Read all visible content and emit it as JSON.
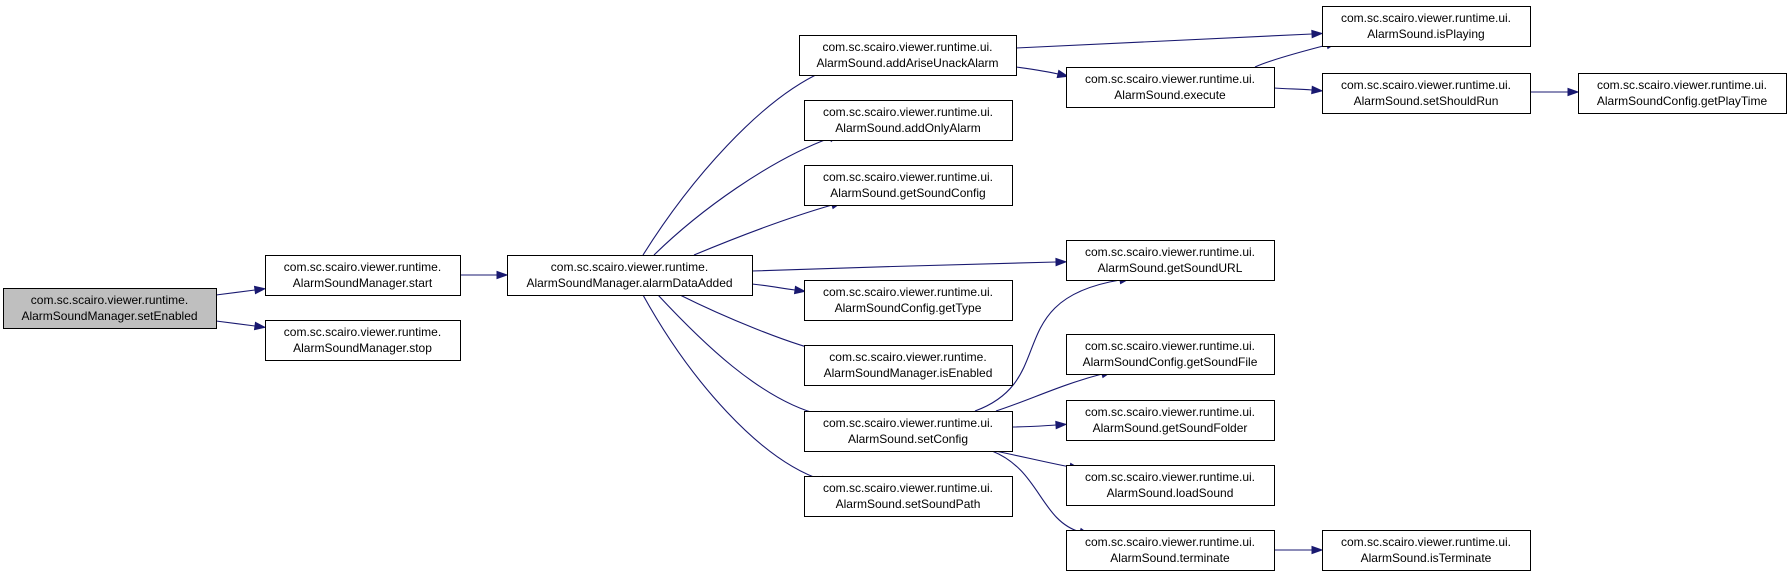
{
  "nodes": [
    {
      "id": "n0",
      "line1": "com.sc.scairo.viewer.runtime.",
      "line2": "AlarmSoundManager.setEnabled",
      "root": true
    },
    {
      "id": "n1",
      "line1": "com.sc.scairo.viewer.runtime.",
      "line2": "AlarmSoundManager.start"
    },
    {
      "id": "n2",
      "line1": "com.sc.scairo.viewer.runtime.",
      "line2": "AlarmSoundManager.stop"
    },
    {
      "id": "n3",
      "line1": "com.sc.scairo.viewer.runtime.",
      "line2": "AlarmSoundManager.alarmDataAdded"
    },
    {
      "id": "n4",
      "line1": "com.sc.scairo.viewer.runtime.ui.",
      "line2": "AlarmSound.addAriseUnackAlarm"
    },
    {
      "id": "n5",
      "line1": "com.sc.scairo.viewer.runtime.ui.",
      "line2": "AlarmSound.addOnlyAlarm"
    },
    {
      "id": "n6",
      "line1": "com.sc.scairo.viewer.runtime.ui.",
      "line2": "AlarmSound.getSoundConfig"
    },
    {
      "id": "n7",
      "line1": "com.sc.scairo.viewer.runtime.ui.",
      "line2": "AlarmSoundConfig.getType"
    },
    {
      "id": "n8",
      "line1": "com.sc.scairo.viewer.runtime.",
      "line2": "AlarmSoundManager.isEnabled"
    },
    {
      "id": "n9",
      "line1": "com.sc.scairo.viewer.runtime.ui.",
      "line2": "AlarmSound.setConfig"
    },
    {
      "id": "n10",
      "line1": "com.sc.scairo.viewer.runtime.ui.",
      "line2": "AlarmSound.setSoundPath"
    },
    {
      "id": "n11",
      "line1": "com.sc.scairo.viewer.runtime.ui.",
      "line2": "AlarmSound.execute"
    },
    {
      "id": "n12",
      "line1": "com.sc.scairo.viewer.runtime.ui.",
      "line2": "AlarmSound.getSoundURL"
    },
    {
      "id": "n13",
      "line1": "com.sc.scairo.viewer.runtime.ui.",
      "line2": "AlarmSoundConfig.getSoundFile"
    },
    {
      "id": "n14",
      "line1": "com.sc.scairo.viewer.runtime.ui.",
      "line2": "AlarmSound.getSoundFolder"
    },
    {
      "id": "n15",
      "line1": "com.sc.scairo.viewer.runtime.ui.",
      "line2": "AlarmSound.loadSound"
    },
    {
      "id": "n16",
      "line1": "com.sc.scairo.viewer.runtime.ui.",
      "line2": "AlarmSound.terminate"
    },
    {
      "id": "n17",
      "line1": "com.sc.scairo.viewer.runtime.ui.",
      "line2": "AlarmSound.isPlaying"
    },
    {
      "id": "n18",
      "line1": "com.sc.scairo.viewer.runtime.ui.",
      "line2": "AlarmSound.setShouldRun"
    },
    {
      "id": "n19",
      "line1": "com.sc.scairo.viewer.runtime.ui.",
      "line2": "AlarmSound.isTerminate"
    },
    {
      "id": "n20",
      "line1": "com.sc.scairo.viewer.runtime.ui.",
      "line2": "AlarmSoundConfig.getPlayTime"
    }
  ],
  "edges": [
    {
      "from": "n0",
      "to": "n1"
    },
    {
      "from": "n0",
      "to": "n2"
    },
    {
      "from": "n1",
      "to": "n3"
    },
    {
      "from": "n3",
      "to": "n4"
    },
    {
      "from": "n3",
      "to": "n5"
    },
    {
      "from": "n3",
      "to": "n6"
    },
    {
      "from": "n3",
      "to": "n12"
    },
    {
      "from": "n3",
      "to": "n7"
    },
    {
      "from": "n3",
      "to": "n8"
    },
    {
      "from": "n3",
      "to": "n9"
    },
    {
      "from": "n3",
      "to": "n10"
    },
    {
      "from": "n4",
      "to": "n17"
    },
    {
      "from": "n4",
      "to": "n11"
    },
    {
      "from": "n11",
      "to": "n17"
    },
    {
      "from": "n11",
      "to": "n18"
    },
    {
      "from": "n18",
      "to": "n20"
    },
    {
      "from": "n9",
      "to": "n12"
    },
    {
      "from": "n9",
      "to": "n13"
    },
    {
      "from": "n9",
      "to": "n14"
    },
    {
      "from": "n9",
      "to": "n15"
    },
    {
      "from": "n9",
      "to": "n16"
    },
    {
      "from": "n16",
      "to": "n19"
    }
  ]
}
